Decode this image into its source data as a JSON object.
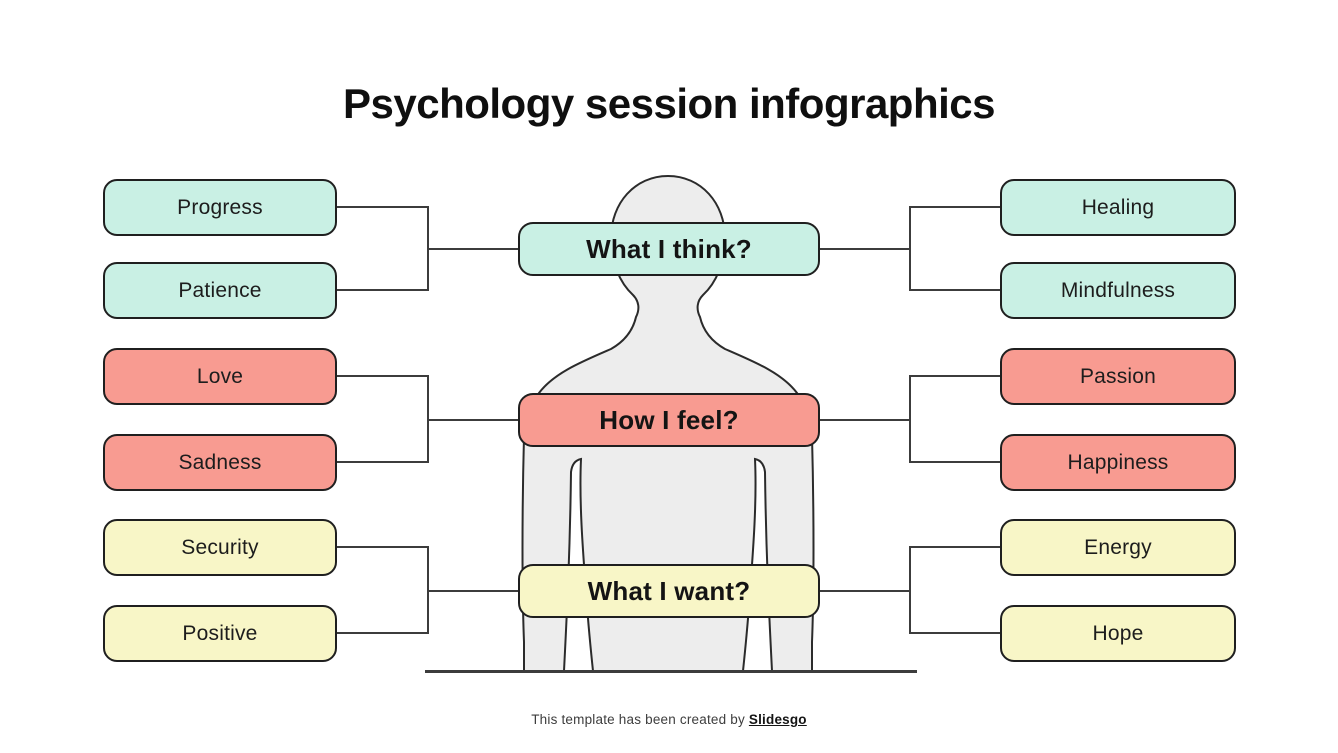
{
  "title": "Psychology session infographics",
  "footer": {
    "text": "This template has been created by ",
    "brand": "Slidesgo"
  },
  "colors": {
    "teal": "#c9f0e4",
    "salmon": "#f89b91",
    "yellow": "#f8f6c7",
    "box_border": "#1f1f1f",
    "connector": "#3c3c3c",
    "body_fill": "#ededed",
    "body_stroke": "#2b2b2b",
    "title_color": "#0f0f0f"
  },
  "rows": [
    {
      "center_label": "What I think?",
      "theme": "teal",
      "left_items": [
        "Progress",
        "Patience"
      ],
      "right_items": [
        "Healing",
        "Mindfulness"
      ]
    },
    {
      "center_label": "How I feel?",
      "theme": "salmon",
      "left_items": [
        "Love",
        "Sadness"
      ],
      "right_items": [
        "Passion",
        "Happiness"
      ]
    },
    {
      "center_label": "What I want?",
      "theme": "yellow",
      "left_items": [
        "Security",
        "Positive"
      ],
      "right_items": [
        "Energy",
        "Hope"
      ]
    }
  ]
}
